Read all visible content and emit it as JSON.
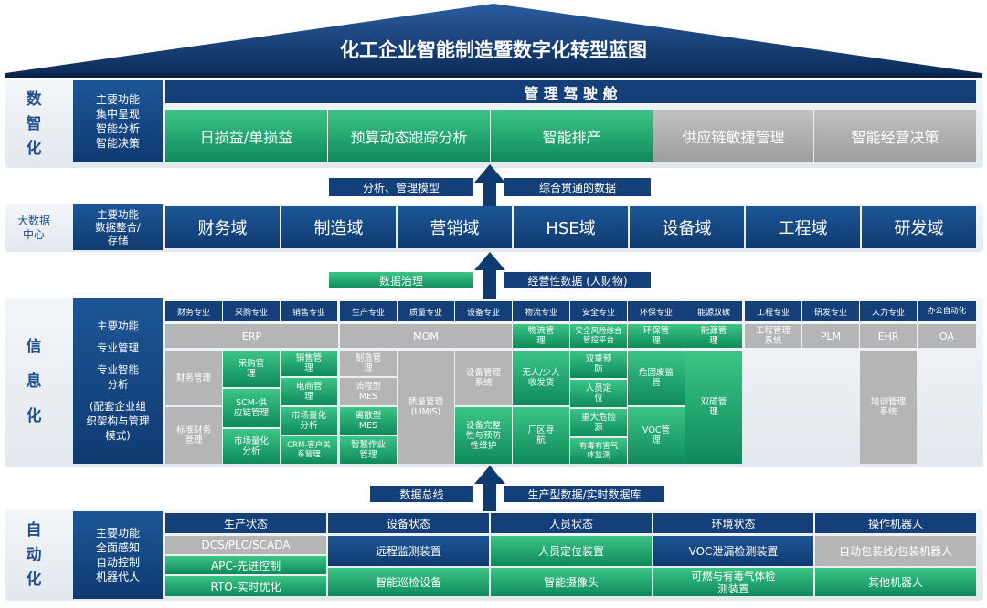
{
  "title": "化工企业智能制造暨数字化转型蓝图",
  "layers": {
    "digital": {
      "label": [
        "数",
        "智",
        "化"
      ],
      "function": [
        "主要功能",
        "集中呈现",
        "智能分析",
        "智能决策"
      ],
      "cockpit": "管 理 驾 驶 舱",
      "items": [
        "日损益/单损益",
        "预算动态跟踪分析",
        "智能排产",
        "供应链敏捷管理",
        "智能经营决策"
      ]
    },
    "bigdata": {
      "label": [
        "大数据",
        "中心"
      ],
      "function": [
        "主要功能",
        "数据整合/",
        "存储"
      ],
      "domains": [
        "财务域",
        "制造域",
        "营销域",
        "HSE域",
        "设备域",
        "工程域",
        "研发域"
      ]
    },
    "info": {
      "label": [
        "信",
        "息",
        "化"
      ],
      "function": [
        "主要功能",
        "专业管理",
        "专业智能",
        "分析",
        "(配套企业组",
        "织架构与管理",
        "模式)"
      ],
      "headers": [
        "财务专业",
        "采购专业",
        "销售专业",
        "生产专业",
        "质量专业",
        "设备专业",
        "物流专业",
        "安全专业",
        "环保专业",
        "能源双碳",
        "工程专业",
        "研发专业",
        "人力专业",
        "办公自动化"
      ],
      "erp": "ERP",
      "mom": "MOM",
      "finance": [
        "财务管理",
        "标准财务管理"
      ],
      "purchase": [
        "采购管理",
        "SCM-供应链管理",
        "市场量化分析"
      ],
      "sales": [
        "销售管理",
        "电商管理",
        "市场量化分析",
        "CRM-客户关系管理"
      ],
      "production": [
        "制造管理",
        "流程型MES",
        "离散型MES",
        "智慧作业管理"
      ],
      "quality": "质量管理(LIMIS)",
      "equipment": [
        "设备管理系统",
        "设备完整性与预防性维护"
      ],
      "logistics": [
        "物流管理",
        "无人/少人收发货",
        "厂区导航"
      ],
      "safety": [
        "安全风险综合管控平台",
        "双重预防",
        "人员定位",
        "重大危险源",
        "有毒有害气体监测"
      ],
      "env": [
        "环保管理",
        "危固废监管",
        "VOC管理"
      ],
      "energy": [
        "能源管理",
        "双碳管理"
      ],
      "engineering": "工程管理系统",
      "rd": "PLM",
      "hr": "EHR",
      "hr_training": "培训管理系统",
      "office": "OA"
    },
    "automation": {
      "label": [
        "自",
        "动",
        "化"
      ],
      "function": [
        "主要功能",
        "全面感知",
        "自动控制",
        "机器代人"
      ],
      "headers": [
        "生产状态",
        "设备状态",
        "人员状态",
        "环境状态",
        "操作机器人"
      ],
      "production": [
        "DCS/PLC/SCADA",
        "APC-先进控制",
        "RTO-实时优化"
      ],
      "equipment": [
        "远程监测装置",
        "智能巡检设备"
      ],
      "personnel": [
        "人员定位装置",
        "智能摄像头"
      ],
      "environment": [
        "VOC泄漏检测装置",
        "可燃与有毒气体检测装置"
      ],
      "robots": [
        "自动包装线/包装机器人",
        "其他机器人"
      ]
    }
  },
  "arrows": {
    "top": [
      "分析、管理模型",
      "综合贯通的数据"
    ],
    "middle": [
      "数据治理",
      "经营性数据 (人财物)"
    ],
    "bottom": [
      "数据总线",
      "生产型数据/实时数据库"
    ]
  }
}
